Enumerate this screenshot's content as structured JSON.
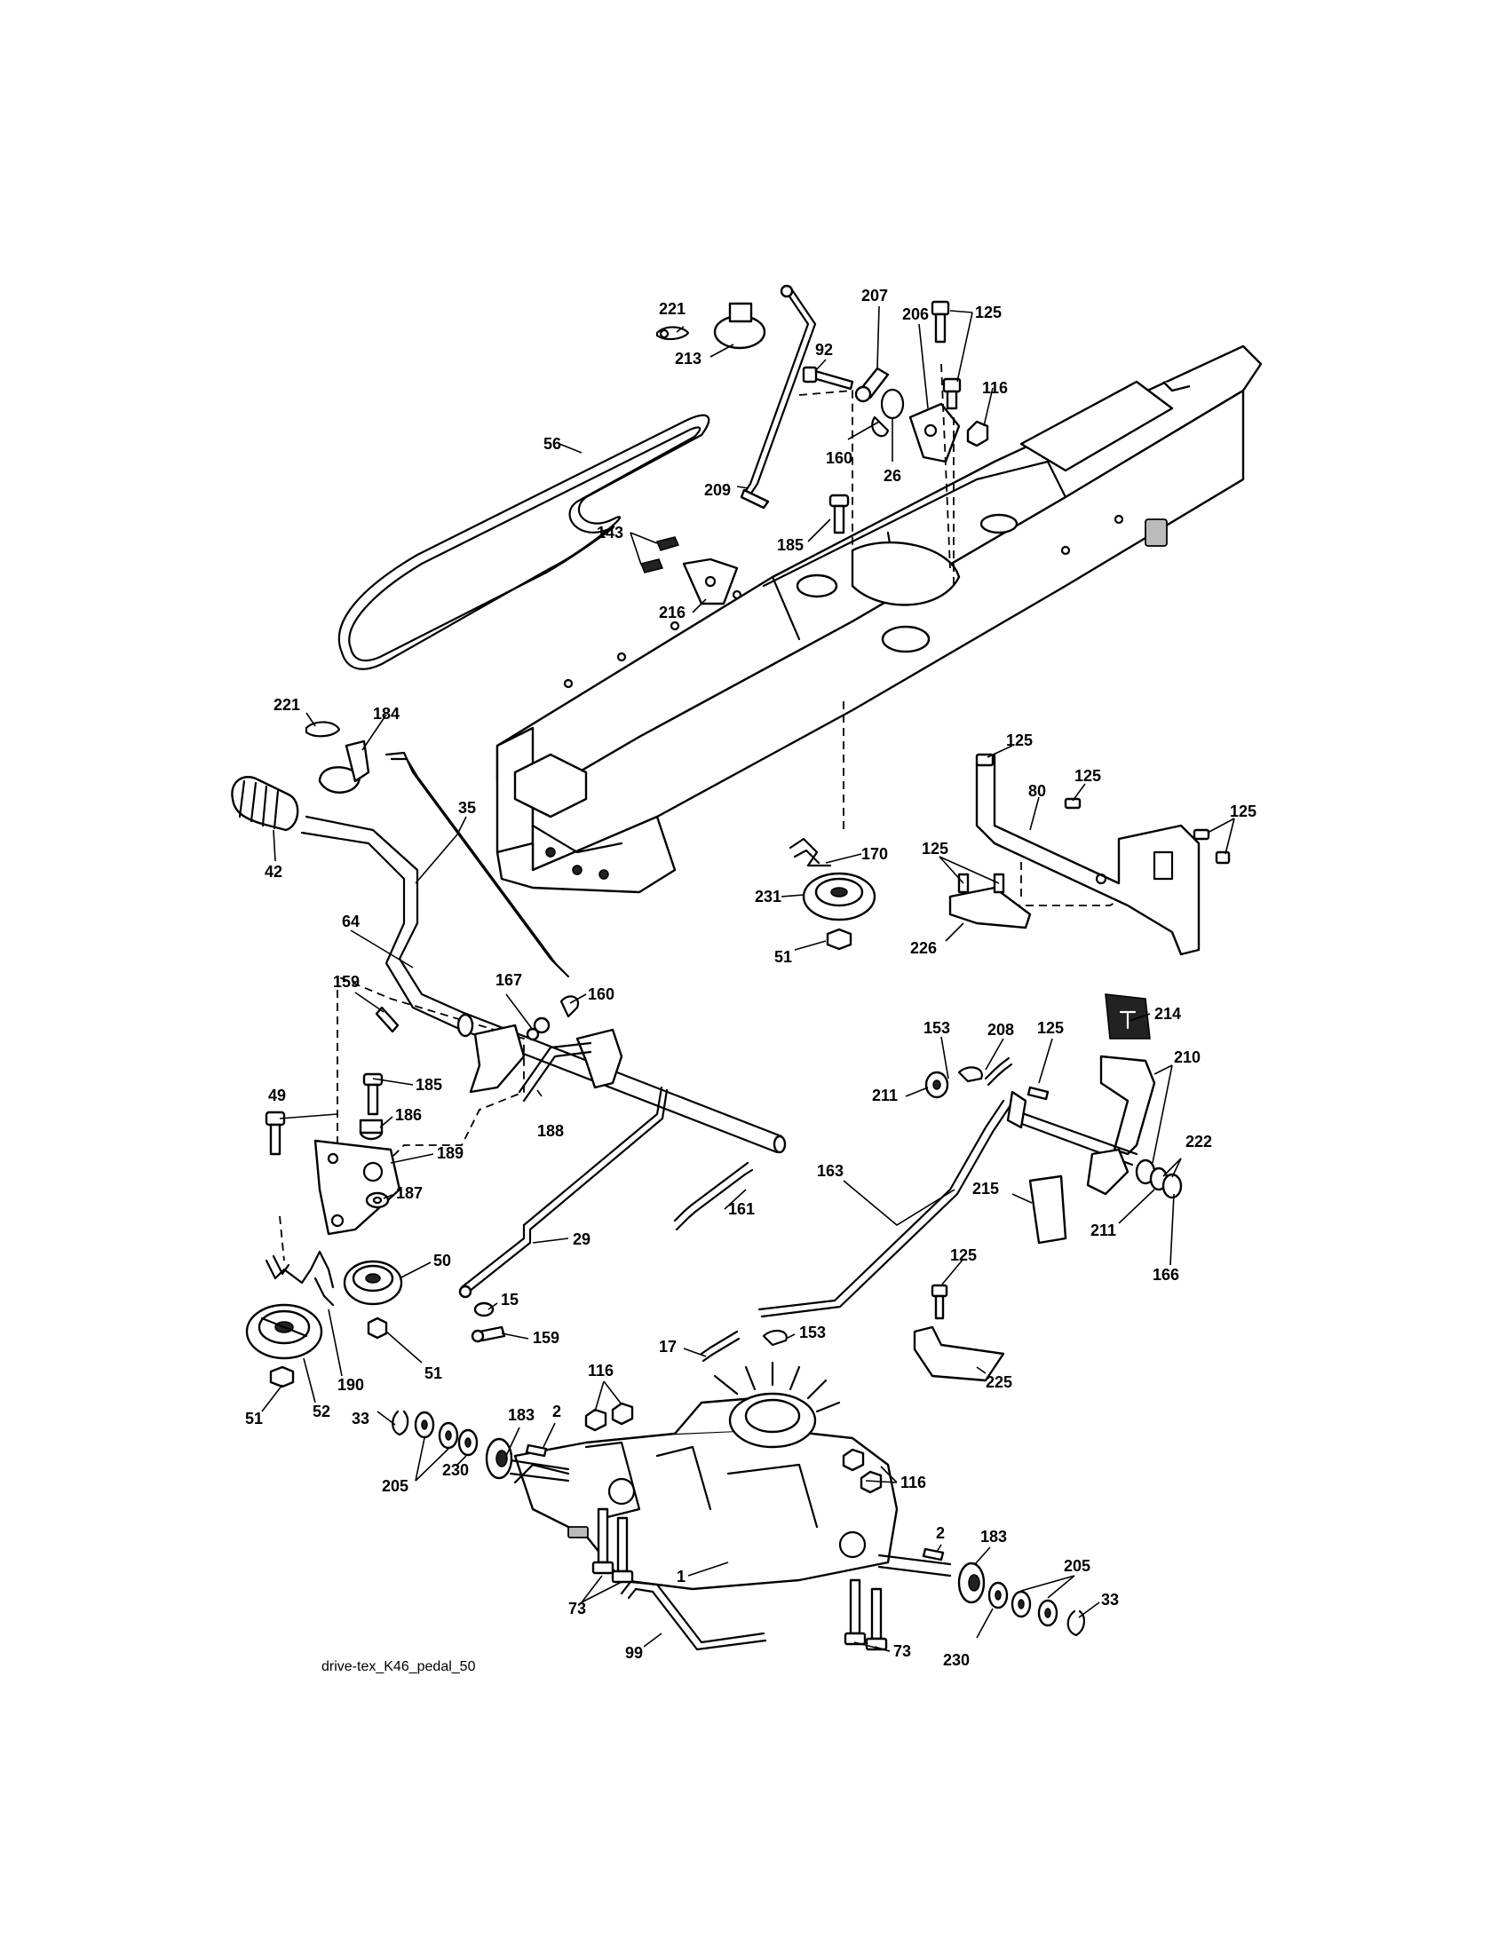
{
  "diagram": {
    "caption": "drive-tex_K46_pedal_50",
    "callouts": [
      {
        "id": "c221a",
        "text": "221"
      },
      {
        "id": "c213",
        "text": "213"
      },
      {
        "id": "c207",
        "text": "207"
      },
      {
        "id": "c206",
        "text": "206"
      },
      {
        "id": "c125a",
        "text": "125"
      },
      {
        "id": "c92",
        "text": "92"
      },
      {
        "id": "c116a",
        "text": "116"
      },
      {
        "id": "c56",
        "text": "56"
      },
      {
        "id": "c160a",
        "text": "160"
      },
      {
        "id": "c26",
        "text": "26"
      },
      {
        "id": "c209",
        "text": "209"
      },
      {
        "id": "c143",
        "text": "143"
      },
      {
        "id": "c185a",
        "text": "185"
      },
      {
        "id": "c216",
        "text": "216"
      },
      {
        "id": "c221b",
        "text": "221"
      },
      {
        "id": "c184",
        "text": "184"
      },
      {
        "id": "c125b",
        "text": "125"
      },
      {
        "id": "c35",
        "text": "35"
      },
      {
        "id": "c125c",
        "text": "125"
      },
      {
        "id": "c80",
        "text": "80"
      },
      {
        "id": "c125d",
        "text": "125"
      },
      {
        "id": "c42",
        "text": "42"
      },
      {
        "id": "c170",
        "text": "170"
      },
      {
        "id": "c125e",
        "text": "125"
      },
      {
        "id": "c64",
        "text": "64"
      },
      {
        "id": "c231",
        "text": "231"
      },
      {
        "id": "c226",
        "text": "226"
      },
      {
        "id": "c51a",
        "text": "51"
      },
      {
        "id": "c167",
        "text": "167"
      },
      {
        "id": "c160b",
        "text": "160"
      },
      {
        "id": "c159a",
        "text": "159"
      },
      {
        "id": "c214",
        "text": "214"
      },
      {
        "id": "c153a",
        "text": "153"
      },
      {
        "id": "c208",
        "text": "208"
      },
      {
        "id": "c125f",
        "text": "125"
      },
      {
        "id": "c210",
        "text": "210"
      },
      {
        "id": "c49",
        "text": "49"
      },
      {
        "id": "c185b",
        "text": "185"
      },
      {
        "id": "c211a",
        "text": "211"
      },
      {
        "id": "c186",
        "text": "186"
      },
      {
        "id": "c188",
        "text": "188"
      },
      {
        "id": "c222",
        "text": "222"
      },
      {
        "id": "c189",
        "text": "189"
      },
      {
        "id": "c163",
        "text": "163"
      },
      {
        "id": "c215",
        "text": "215"
      },
      {
        "id": "c161",
        "text": "161"
      },
      {
        "id": "c187",
        "text": "187"
      },
      {
        "id": "c211b",
        "text": "211"
      },
      {
        "id": "c166",
        "text": "166"
      },
      {
        "id": "c29",
        "text": "29"
      },
      {
        "id": "c50",
        "text": "50"
      },
      {
        "id": "c125g",
        "text": "125"
      },
      {
        "id": "c15",
        "text": "15"
      },
      {
        "id": "c159b",
        "text": "159"
      },
      {
        "id": "c17",
        "text": "17"
      },
      {
        "id": "c153b",
        "text": "153"
      },
      {
        "id": "c190",
        "text": "190"
      },
      {
        "id": "c51b",
        "text": "51"
      },
      {
        "id": "c225",
        "text": "225"
      },
      {
        "id": "c183a",
        "text": "183"
      },
      {
        "id": "c116b",
        "text": "116"
      },
      {
        "id": "c52",
        "text": "52"
      },
      {
        "id": "c2a",
        "text": "2"
      },
      {
        "id": "c51c",
        "text": "51"
      },
      {
        "id": "c33a",
        "text": "33"
      },
      {
        "id": "c230a",
        "text": "230"
      },
      {
        "id": "c205a",
        "text": "205"
      },
      {
        "id": "c116c",
        "text": "116"
      },
      {
        "id": "c2b",
        "text": "2"
      },
      {
        "id": "c183b",
        "text": "183"
      },
      {
        "id": "c1",
        "text": "1"
      },
      {
        "id": "c205b",
        "text": "205"
      },
      {
        "id": "c73a",
        "text": "73"
      },
      {
        "id": "c33b",
        "text": "33"
      },
      {
        "id": "c99",
        "text": "99"
      },
      {
        "id": "c73b",
        "text": "73"
      },
      {
        "id": "c230b",
        "text": "230"
      }
    ]
  }
}
